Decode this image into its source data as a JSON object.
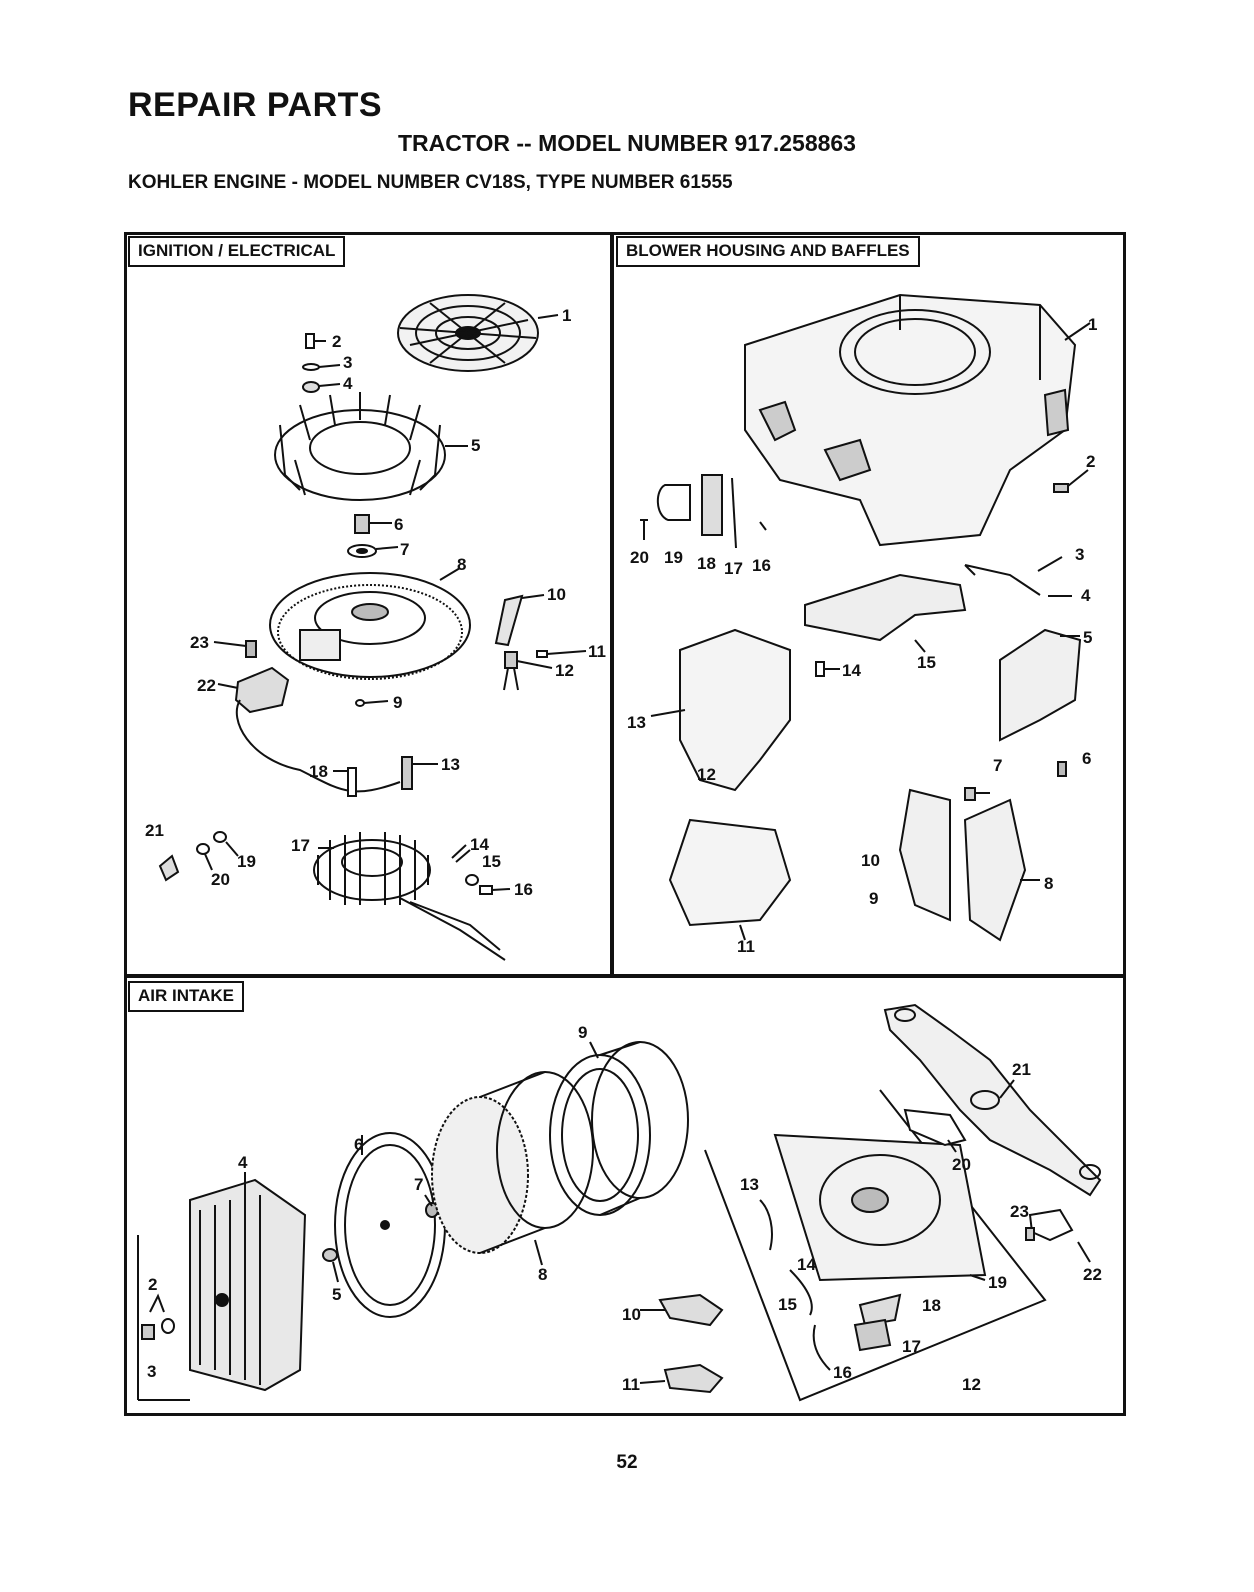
{
  "header": {
    "title": "REPAIR PARTS",
    "subtitle": "TRACTOR -- MODEL NUMBER 917.258863",
    "engine_line": "KOHLER ENGINE - MODEL NUMBER CV18S, TYPE NUMBER 61555"
  },
  "sections": {
    "ignition": {
      "label": "IGNITION / ELECTRICAL"
    },
    "blower": {
      "label": "BLOWER HOUSING AND BAFFLES"
    },
    "air": {
      "label": "AIR INTAKE"
    }
  },
  "callouts": {
    "ignition": [
      "1",
      "2",
      "3",
      "4",
      "5",
      "6",
      "7",
      "8",
      "9",
      "10",
      "11",
      "12",
      "13",
      "14",
      "15",
      "16",
      "17",
      "18",
      "19",
      "20",
      "21",
      "22",
      "23"
    ],
    "blower": [
      "1",
      "2",
      "3",
      "4",
      "5",
      "6",
      "7",
      "8",
      "9",
      "10",
      "11",
      "12",
      "13",
      "14",
      "15",
      "16",
      "17",
      "18",
      "19",
      "20"
    ],
    "air": [
      "2",
      "3",
      "4",
      "5",
      "6",
      "7",
      "8",
      "9",
      "10",
      "11",
      "12",
      "13",
      "14",
      "15",
      "16",
      "17",
      "18",
      "19",
      "20",
      "21",
      "22",
      "23"
    ]
  },
  "footer": {
    "page_number": "52"
  }
}
